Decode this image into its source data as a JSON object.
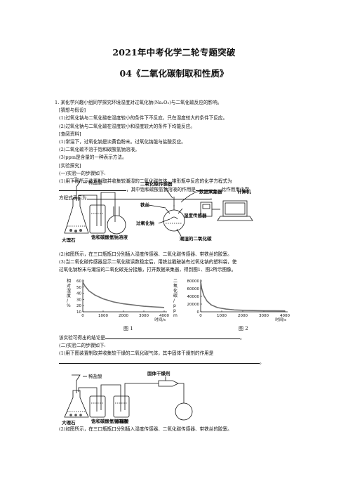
{
  "title": "2021年中考化学二轮专题突破",
  "subtitle": "04《二氧化碳制取和性质》",
  "lines1": [
    "1. 某化学兴趣小组同学探究环境湿度对过氧化钠(Na₂O₂)与二氧化碳反应的影响。",
    "[猜想与假设]",
    "(1)过氧化钠与二氧化碳在湿度较小的条件下不反应，只在湿度较大的条件下反应。",
    "(2)过氧化钠与二氧化碳在湿度较小和湿度较大的条件下均能反应。",
    "[查阅资料]",
    "(1)常温下，过氧化钠是淡黄色粉末。过氧化钠能与盐酸反应。",
    "(2)二氧化碳不溶于饱和碳酸氢钠溶液。",
    "(3)ppm是含量的一种表示方法。",
    "[实验探究]",
    "(一)实验一的步骤如下:"
  ],
  "q1_line1": "(1)用下图所示装置制取并收集较潮湿的二氧化碳气体。锥形瓶中反应的化学方程式为",
  "q1_line2a": "，其中饱和碳酸氢钠溶液的作用是",
  "q1_line2b": "，此作用用化学",
  "q1_line3": "方程式表示为",
  "apparatus1": {
    "acid": "稀盐酸",
    "marble": "大理石",
    "bicarb": "饱和碳酸氢钠溶液",
    "co2_sensor": "二氧化碳传感器",
    "wire": "铁丝",
    "peroxide": "过氧化钠",
    "humidity": "湿度传感器",
    "wet_co2": "潮湿的二氧化碳",
    "collector": "数据采集器",
    "computer": "计算机"
  },
  "lines2": [
    "(2)如图所示，在三口瓶瓶口分别插入湿度传感器、二氧化碳传感器、带铁丝的胶塞。",
    "(3)当二氧化碳传感器显示二氧化碳读数稳定后，用铁丝戳破装有过氧化钠的塑料袋，使",
    "过氧化钠粉末与潮湿的二氧化碳充分接触，打开数据采集器，得到图1、图2所示图像。"
  ],
  "chart_data": [
    {
      "type": "line",
      "ylabel": "相对湿度/%",
      "xlabel": "时间/s",
      "x_ticks": [
        0,
        1000,
        2000,
        3000,
        4000
      ],
      "y_ticks": [
        10,
        20,
        30,
        40,
        50,
        60
      ],
      "xlim": [
        0,
        4000
      ],
      "ylim": [
        10,
        60
      ],
      "series": [
        {
          "x": [
            0,
            100,
            300,
            600,
            1000,
            1500,
            2000,
            2500,
            3000,
            3500,
            4000
          ],
          "y": [
            58,
            52,
            44,
            37,
            31,
            26,
            23,
            21,
            19,
            18,
            17
          ]
        }
      ]
    },
    {
      "type": "line",
      "ylabel": "二氧化碳/ppm",
      "xlabel": "时间/s",
      "x_ticks": [
        0,
        1000,
        2000,
        3000,
        4000
      ],
      "y_ticks": [
        0,
        20000,
        40000,
        60000,
        80000
      ],
      "xlim": [
        0,
        4000
      ],
      "ylim": [
        0,
        80000
      ],
      "series": [
        {
          "x": [
            0,
            50,
            150,
            300,
            500,
            800,
            1200,
            1600,
            2000,
            2500,
            3000,
            3500,
            4000
          ],
          "y": [
            78000,
            60000,
            42000,
            28000,
            18000,
            11000,
            7000,
            5000,
            4000,
            3200,
            2800,
            2500,
            2300
          ]
        }
      ]
    }
  ],
  "fig1_caption": "图 1",
  "fig2_caption": "图 2",
  "conclusion": "该实验可得出的结论是",
  "step2_title": "(二)实验二的步骤如下:",
  "q2_line1": "(1)用下图装置制取并收集较干燥的二氧化碳气体，其中固体干燥剂的作用是",
  "apparatus2": {
    "acid": "稀盐酸",
    "marble": "大理石",
    "bicarb": "饱和碳酸氢钠溶液",
    "h2so4": "浓硫酸",
    "desiccant": "固体干燥剂"
  },
  "last_line": "(2)如图所示，在三口瓶瓶口分别插入湿度传感器、二氧化碳传感器、带铁丝的胶塞。"
}
